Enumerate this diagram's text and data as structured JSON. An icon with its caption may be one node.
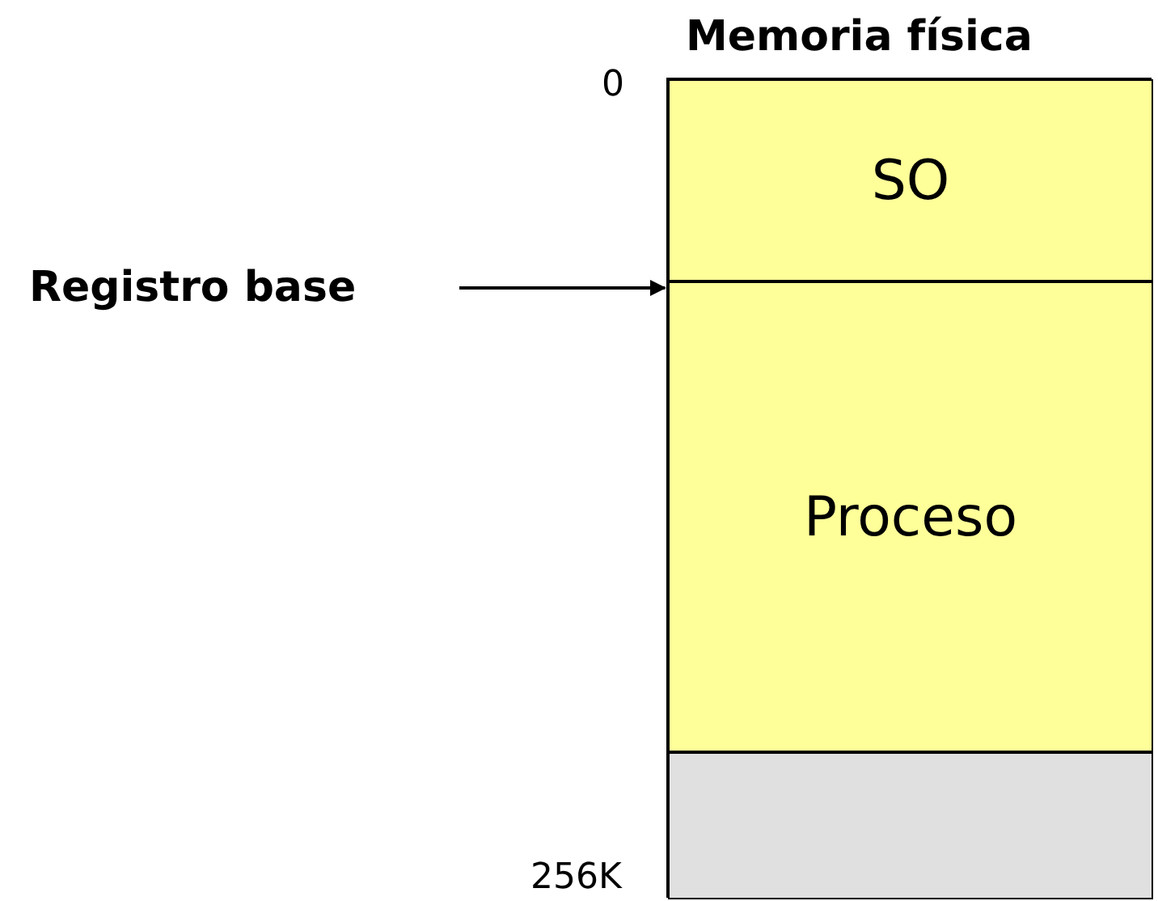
{
  "diagram": {
    "nodes": [
      {
        "text": [
          "Memoria física"
        ]
      },
      {
        "text": [
          "SO"
        ],
        "in": 0
      },
      {
        "text": [
          "Proceso"
        ],
        "in": 0
      },
      {
        "text": [],
        "shape": "box",
        "in": 0
      },
      {
        "text": [
          "Registro base"
        ]
      }
    ],
    "edges": [
      {
        "from": 4,
        "to": 0,
        "arrow": "to"
      }
    ],
    "labels": [
      "0",
      "256K"
    ]
  }
}
